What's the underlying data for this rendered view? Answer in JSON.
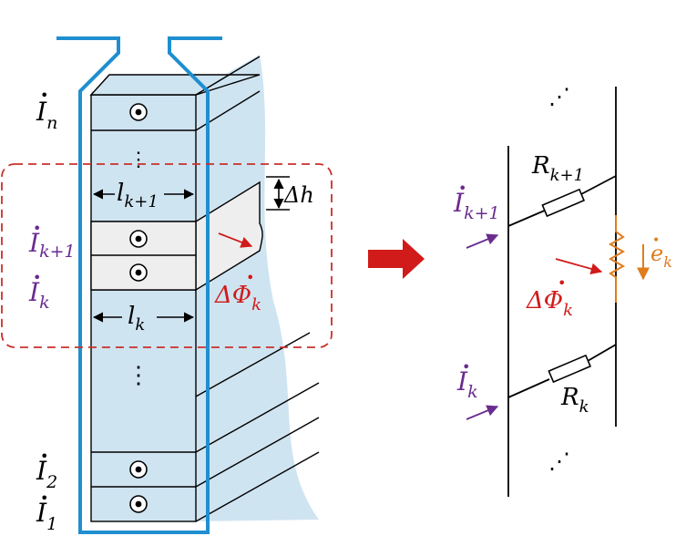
{
  "colors": {
    "slot": "#1f8fd0",
    "fill": "#cfe4f1",
    "region": "#c9302c",
    "purple": "#6a2c8f",
    "orange": "#e07c1b",
    "arrow_big": "#d11a1a",
    "stroke": "#000000"
  },
  "left": {
    "currents": {
      "top": {
        "base": "I",
        "sub": "n"
      },
      "upper": {
        "base": "I",
        "sub": "k+1"
      },
      "lower": {
        "base": "I",
        "sub": "k"
      },
      "bottom2": {
        "base": "I",
        "sub": "2"
      },
      "bottom1": {
        "base": "I",
        "sub": "1"
      }
    },
    "width_upper": {
      "base": "l",
      "sub": "k+1"
    },
    "width_lower": {
      "base": "l",
      "sub": "k"
    },
    "gap": "Δh",
    "flux": {
      "base": "ΔΦ",
      "sub": "k"
    },
    "ellipsis": "⋮"
  },
  "right": {
    "ellipsis_top": "⋰",
    "ellipsis_bottom": "⋰",
    "resistor_upper": {
      "base": "R",
      "sub": "k+1"
    },
    "resistor_lower": {
      "base": "R",
      "sub": "k"
    },
    "current_upper": {
      "base": "I",
      "sub": "k+1"
    },
    "current_lower": {
      "base": "I",
      "sub": "k"
    },
    "flux": {
      "base": "ΔΦ",
      "sub": "k"
    },
    "emf": {
      "base": "e",
      "sub": "k"
    }
  }
}
